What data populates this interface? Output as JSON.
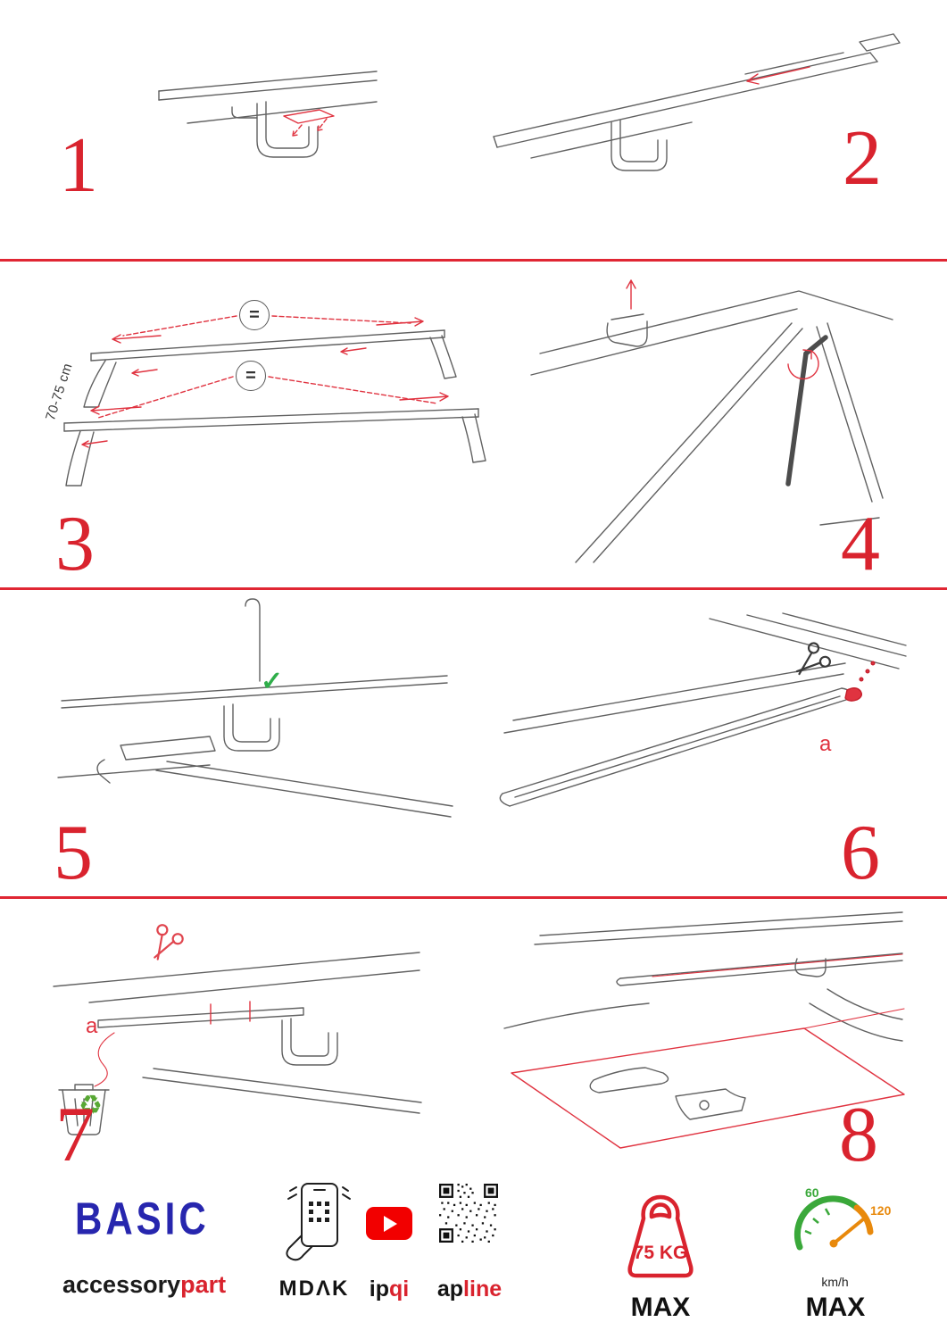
{
  "page": {
    "accent_red": "#d9232e",
    "line_gray": "#616161"
  },
  "steps": [
    {
      "number": "1"
    },
    {
      "number": "2"
    },
    {
      "number": "3"
    },
    {
      "number": "4"
    },
    {
      "number": "5"
    },
    {
      "number": "6"
    },
    {
      "number": "7"
    },
    {
      "number": "8"
    }
  ],
  "annotations": {
    "bar_spacing": "70-75 cm",
    "equal_front": "=",
    "equal_rear": "=",
    "check_mark": "✓",
    "cut_label_step6": "a",
    "cut_label_step7": "a",
    "recycle_symbol": "♻"
  },
  "footer": {
    "series_name": "BASIC",
    "brand_black": "accessory",
    "brand_red": "part",
    "app_label": "MDΛK",
    "video_label_black": "ip",
    "video_label_red": "qi",
    "qr_label_black": "ap",
    "qr_label_red": "line",
    "max_load": "75 KG",
    "max_load_label": "MAX",
    "speed_green": "60",
    "speed_orange": "120",
    "speed_unit": "km/h",
    "speed_label": "MAX"
  }
}
